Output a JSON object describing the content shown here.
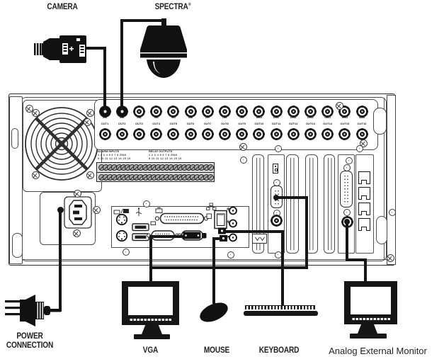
{
  "labels": {
    "camera": "CAMERA",
    "spectra": "SPECTRA",
    "spectra_reg": "®",
    "power_line1": "POWER",
    "power_line2": "CONNECTION",
    "vga": "VGA",
    "mouse": "MOUSE",
    "keyboard": "KEYBOARD",
    "analog_monitor": "Analog External Monitor"
  },
  "rear_panel": {
    "video_inputs": [
      "IN1",
      "IN2",
      "IN3",
      "IN4",
      "IN5",
      "IN6",
      "IN7",
      "IN8",
      "IN9",
      "IN10",
      "IN11",
      "IN12",
      "IN13",
      "IN14",
      "IN15",
      "IN16"
    ],
    "video_outputs": [
      "OUT1",
      "OUT2",
      "OUT3",
      "OUT4",
      "OUT5",
      "OUT6",
      "OUT7",
      "OUT8",
      "OUT9",
      "OUT10",
      "OUT11",
      "OUT12",
      "OUT13",
      "OUT14",
      "OUT15",
      "OUT16"
    ],
    "alarm_block": {
      "header": "ALARM INPUTS",
      "row1": "1 2 3 4 5 6 7 8 GND",
      "row2": "9 10 11 12 13 14 15 16"
    },
    "relay_block": {
      "header": "RELAY OUTPUTS",
      "row1": "1 2 3 4 5 6 7 8 GND",
      "row2": "9 10 11 12 13 14 15 16"
    }
  },
  "colors": {
    "ink": "#231f20",
    "cable": "#161616",
    "line_gray": "#4a4a4a",
    "bg": "#ffffff"
  }
}
